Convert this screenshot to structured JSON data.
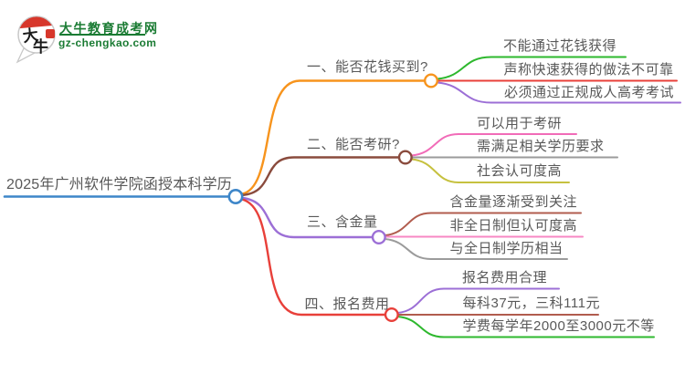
{
  "logo": {
    "char_top": "大",
    "char_bottom": "牛",
    "site_name": "大牛教育成考网",
    "site_url": "gz-chengkao.com",
    "green": "#1a7b33",
    "red": "#d7372b",
    "bubble_stroke": "#c8c8c8",
    "ink": "#1a1a1a"
  },
  "mindmap": {
    "text_color": "#595959",
    "root": {
      "label": "2025年广州软件学院函授本科学历",
      "color": "#3d86c9"
    },
    "branches": [
      {
        "label": "一、能否花钱买到?",
        "color": "#f7941d",
        "children": [
          {
            "label": "不能通过花钱获得",
            "color": "#2eb82e"
          },
          {
            "label": "声称快速获得的做法不可靠",
            "color": "#e8403a"
          },
          {
            "label": "必须通过正规成人高考考试",
            "color": "#9c6fd6"
          }
        ]
      },
      {
        "label": "二、能否考研?",
        "color": "#8a4b3d",
        "children": [
          {
            "label": "可以用于考研",
            "color": "#f16cb8"
          },
          {
            "label": "需满足相关学历要求",
            "color": "#9b9b9b"
          },
          {
            "label": "社会认可度高",
            "color": "#c6c13f"
          }
        ]
      },
      {
        "label": "三、含金量",
        "color": "#9c6fd6",
        "children": [
          {
            "label": "含金量逐渐受到关注",
            "color": "#b15c4e"
          },
          {
            "label": "非全日制但认可度高",
            "color": "#f788c4"
          },
          {
            "label": "与全日制学历相当",
            "color": "#9b9b9b"
          }
        ]
      },
      {
        "label": "四、报名费用",
        "color": "#e8403a",
        "children": [
          {
            "label": "报名费用合理",
            "color": "#9c6fd6"
          },
          {
            "label": "每科37元，三科111元",
            "color": "#b15c4e"
          },
          {
            "label": "学费每学年2000至3000元不等",
            "color": "#2eb82e"
          }
        ]
      }
    ]
  }
}
